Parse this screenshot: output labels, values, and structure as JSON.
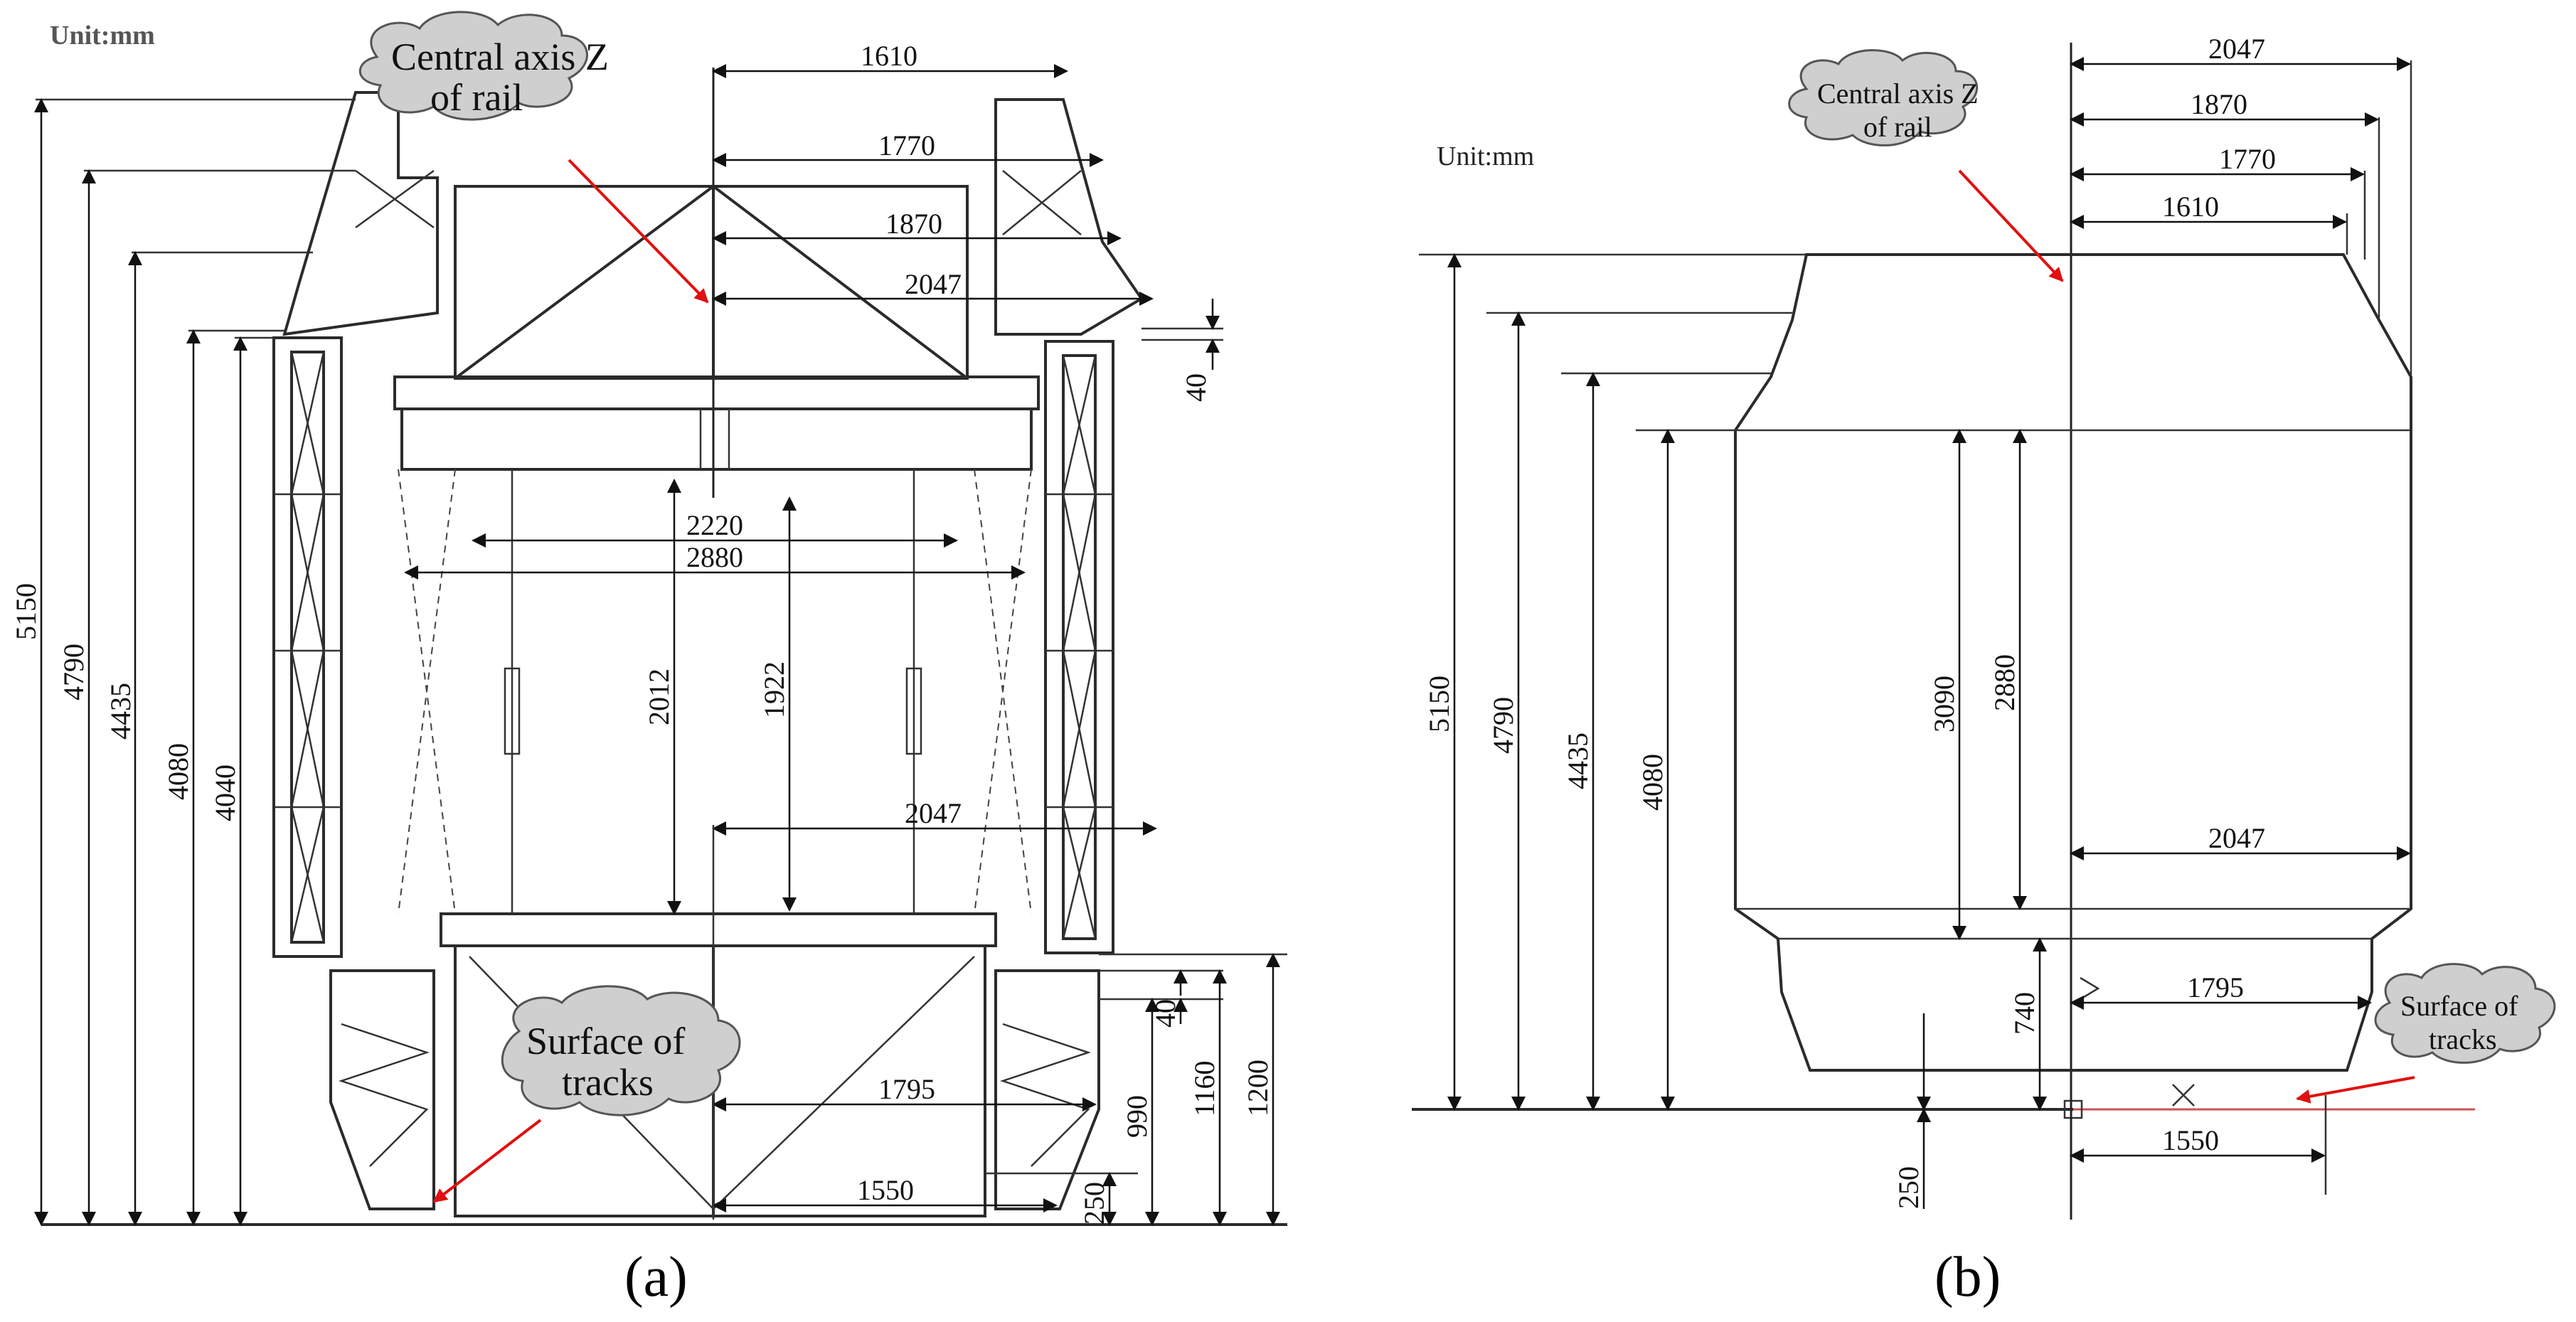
{
  "panel_a": {
    "unit": "Unit:mm",
    "cloud_axis": [
      "Central axis Z",
      "of rail"
    ],
    "cloud_surface": [
      "Surface of",
      "tracks"
    ],
    "dims": {
      "d1610": "1610",
      "d1770": "1770",
      "d1870": "1870",
      "d2047_top": "2047",
      "d2220": "2220",
      "d2880": "2880",
      "d2047_mid": "2047",
      "d1795": "1795",
      "d1550": "1550",
      "d5150": "5150",
      "d4790": "4790",
      "d4435": "4435",
      "d4080": "4080",
      "d4040": "4040",
      "d2012": "2012",
      "d1922": "1922",
      "d40_top": "40",
      "d40_bot": "40",
      "d990": "990",
      "d1160": "1160",
      "d1200": "1200",
      "d250": "250"
    },
    "label": "(a)"
  },
  "panel_b": {
    "unit": "Unit:mm",
    "cloud_axis": [
      "Central axis Z",
      "of rail"
    ],
    "cloud_surface": [
      "Surface of",
      "tracks"
    ],
    "dims": {
      "d2047_top": "2047",
      "d1870": "1870",
      "d1770": "1770",
      "d1610": "1610",
      "d5150": "5150",
      "d4790": "4790",
      "d4435": "4435",
      "d4080": "4080",
      "d3090": "3090",
      "d2880": "2880",
      "d2047_mid": "2047",
      "d1795": "1795",
      "d740": "740",
      "d250": "250",
      "d1550": "1550"
    },
    "label": "(b)"
  }
}
